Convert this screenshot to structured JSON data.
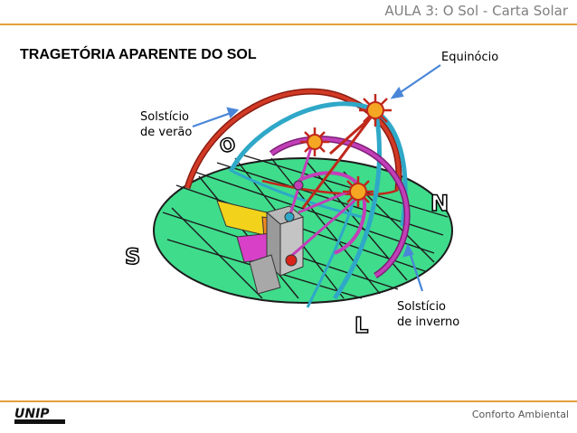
{
  "header": {
    "title": "AULA 3: O Sol - Carta Solar"
  },
  "slide": {
    "title": "TRAGETÓRIA APARENTE DO SOL"
  },
  "labels": {
    "equinox": "Equinócio",
    "summer_line1": "Solstício",
    "summer_line2": "de verão",
    "winter_line1": "Solstício",
    "winter_line2": "de inverno"
  },
  "compass": {
    "west": "O",
    "north": "N",
    "south": "S",
    "east": "L"
  },
  "footer": {
    "course": "Conforto Ambiental",
    "logo_text": "UNIP"
  },
  "colors": {
    "accent_rule": "#e3a03a",
    "summer_arc": "#c0281c",
    "equinox_arc": "#2fa8c8",
    "winter_arc": "#c23fb8",
    "ground": "#3fdc8c",
    "arrow_blue": "#4a86d8",
    "sun": "#f5a623"
  }
}
